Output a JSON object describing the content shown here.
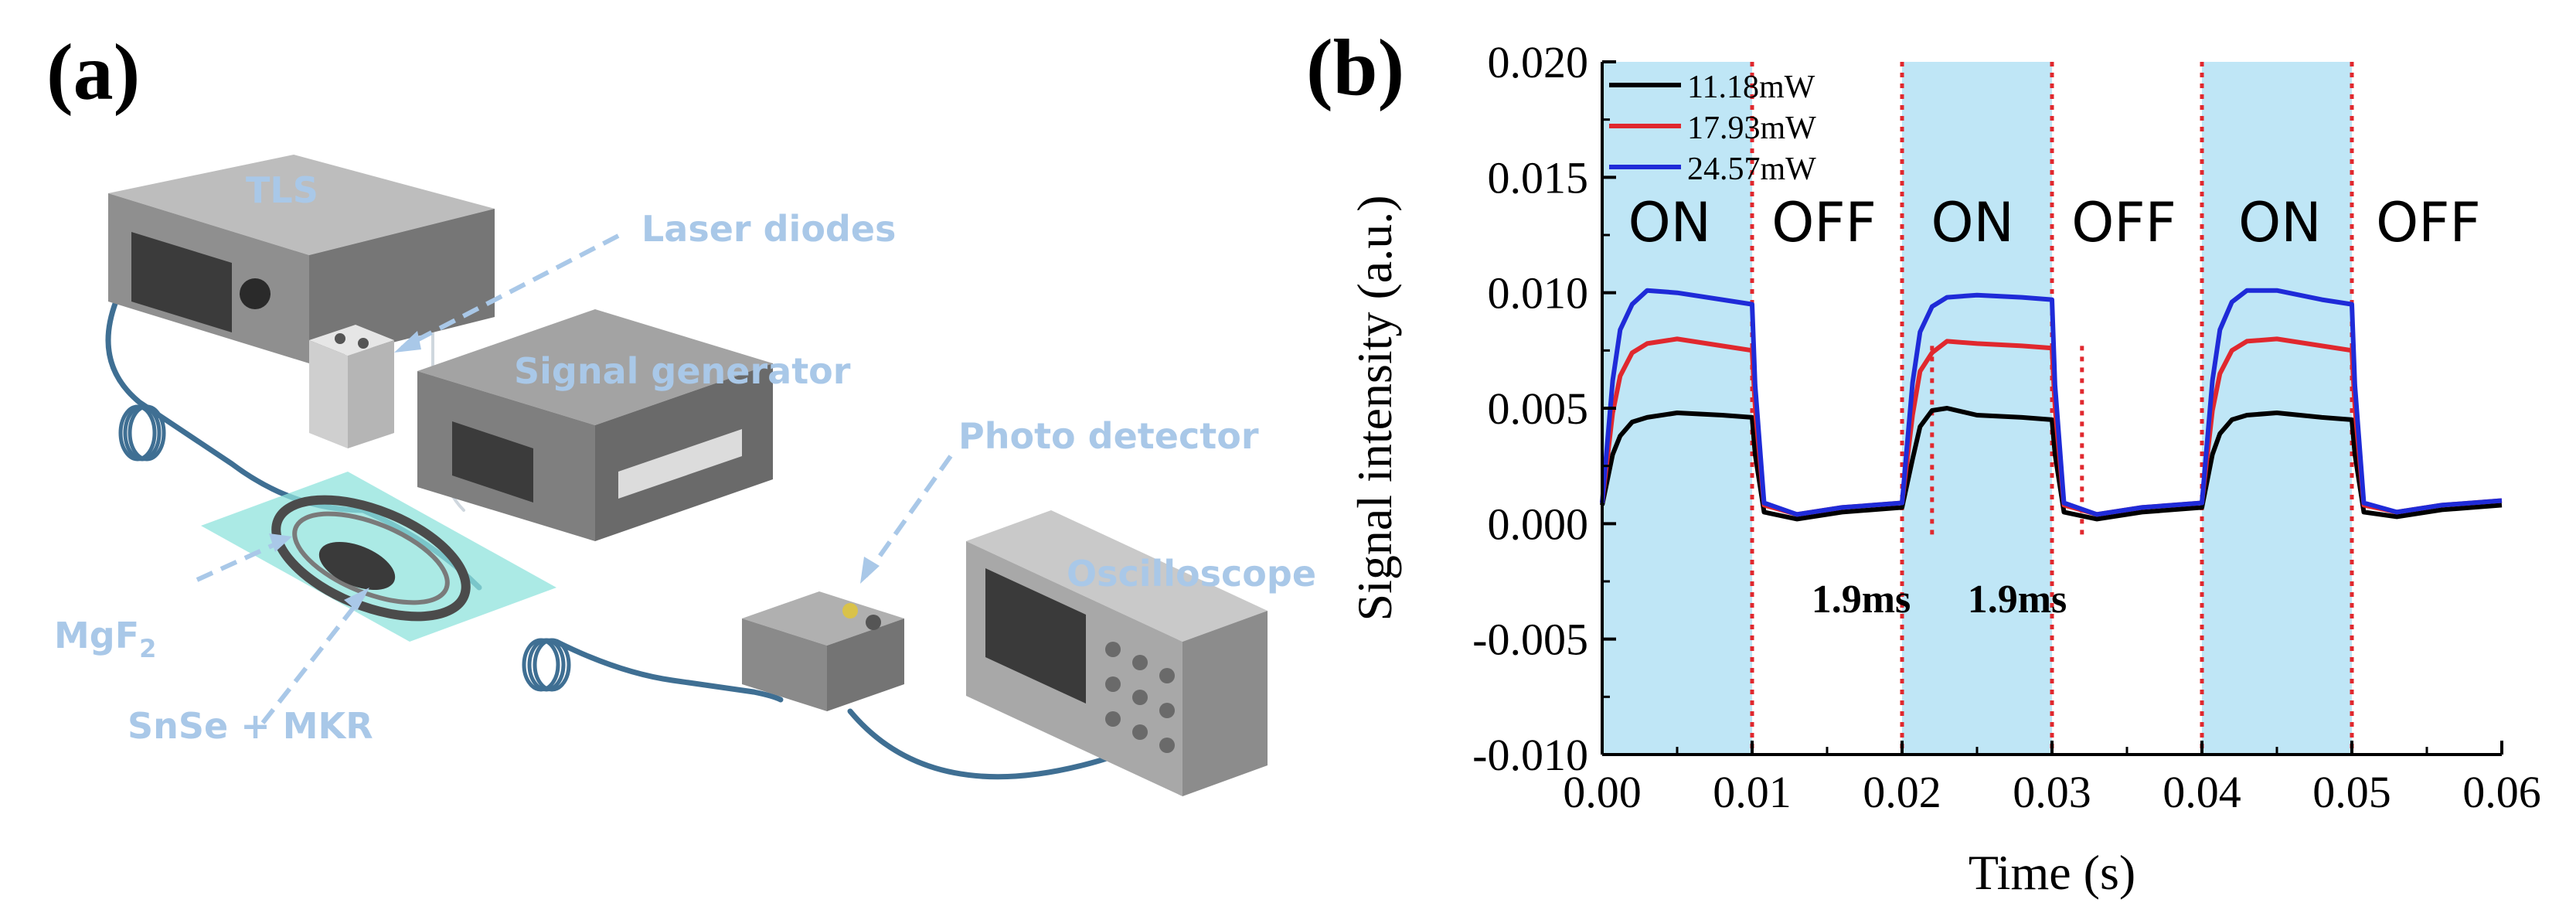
{
  "panel_a": {
    "label": "(a)",
    "callouts": {
      "tls": "TLS",
      "laser_diodes": "Laser diodes",
      "signal_generator": "Signal generator",
      "photo_detector": "Photo detector",
      "oscilloscope": "Oscilloscope",
      "mgf2_base": "MgF",
      "mgf2_sub": "2",
      "snse_mkr": "SnSe + MKR"
    },
    "colors": {
      "callout": "#a9c8e8",
      "device_body": "#8f8f8f",
      "device_dark": "#5e5e5e",
      "fiber": "#3f6f93",
      "substrate": "#8fe3dc"
    }
  },
  "panel_b": {
    "label": "(b)",
    "state_labels": [
      "ON",
      "OFF",
      "ON",
      "OFF",
      "ON",
      "OFF"
    ],
    "annotations": [
      "1.9ms",
      "1.9ms"
    ],
    "colors": {
      "on_shading": "#bfe6f6",
      "divider": "#e0282e",
      "axis": "#000000"
    }
  },
  "chart_data": {
    "type": "line",
    "xlabel": "Time (s)",
    "ylabel": "Signal intensity (a.u.)",
    "xlim": [
      0.0,
      0.06
    ],
    "ylim": [
      -0.01,
      0.02
    ],
    "xticks": [
      "0.00",
      "0.01",
      "0.02",
      "0.03",
      "0.04",
      "0.05",
      "0.06"
    ],
    "yticks": [
      "-0.010",
      "-0.005",
      "0.000",
      "0.005",
      "0.010",
      "0.015",
      "0.020"
    ],
    "on_intervals": [
      [
        0.0,
        0.01
      ],
      [
        0.02,
        0.03
      ],
      [
        0.04,
        0.05
      ]
    ],
    "divider_x": [
      0.01,
      0.02,
      0.022,
      0.03,
      0.032,
      0.04,
      0.05
    ],
    "legend_position": "top-left",
    "grid": false,
    "series": [
      {
        "name": "11.18mW",
        "color": "#000000",
        "x": [
          0.0,
          0.0007,
          0.0012,
          0.002,
          0.003,
          0.005,
          0.008,
          0.01,
          0.0102,
          0.0108,
          0.013,
          0.016,
          0.02,
          0.0207,
          0.0212,
          0.022,
          0.023,
          0.025,
          0.028,
          0.03,
          0.0302,
          0.0308,
          0.033,
          0.036,
          0.04,
          0.0407,
          0.0412,
          0.042,
          0.043,
          0.045,
          0.048,
          0.05,
          0.0502,
          0.0508,
          0.053,
          0.056,
          0.06
        ],
        "y": [
          0.0008,
          0.003,
          0.0038,
          0.0044,
          0.0046,
          0.0048,
          0.0047,
          0.0046,
          0.003,
          0.0005,
          0.0002,
          0.0005,
          0.0007,
          0.0028,
          0.0042,
          0.0049,
          0.005,
          0.0047,
          0.0046,
          0.0045,
          0.003,
          0.0005,
          0.0002,
          0.0005,
          0.0007,
          0.003,
          0.0039,
          0.0045,
          0.0047,
          0.0048,
          0.0046,
          0.0045,
          0.003,
          0.0005,
          0.0003,
          0.0006,
          0.0008
        ]
      },
      {
        "name": "17.93mW",
        "color": "#e0282e",
        "x": [
          0.0,
          0.0007,
          0.0012,
          0.002,
          0.003,
          0.005,
          0.008,
          0.01,
          0.0102,
          0.0108,
          0.013,
          0.016,
          0.02,
          0.0207,
          0.0212,
          0.022,
          0.023,
          0.025,
          0.028,
          0.03,
          0.0302,
          0.0308,
          0.033,
          0.036,
          0.04,
          0.0407,
          0.0412,
          0.042,
          0.043,
          0.045,
          0.048,
          0.05,
          0.0502,
          0.0508,
          0.053,
          0.056,
          0.06
        ],
        "y": [
          0.0009,
          0.0048,
          0.0064,
          0.0074,
          0.0078,
          0.008,
          0.0077,
          0.0075,
          0.005,
          0.0008,
          0.0004,
          0.0007,
          0.0009,
          0.0047,
          0.0066,
          0.0074,
          0.0079,
          0.0078,
          0.0077,
          0.0076,
          0.005,
          0.0008,
          0.0004,
          0.0007,
          0.0009,
          0.0049,
          0.0065,
          0.0075,
          0.0079,
          0.008,
          0.0077,
          0.0075,
          0.005,
          0.0008,
          0.0005,
          0.0008,
          0.001
        ]
      },
      {
        "name": "24.57mW",
        "color": "#1f2bd8",
        "x": [
          0.0,
          0.0007,
          0.0012,
          0.002,
          0.003,
          0.005,
          0.008,
          0.01,
          0.0102,
          0.0108,
          0.013,
          0.016,
          0.02,
          0.0207,
          0.0212,
          0.022,
          0.023,
          0.025,
          0.028,
          0.03,
          0.0302,
          0.0308,
          0.033,
          0.036,
          0.04,
          0.0407,
          0.0412,
          0.042,
          0.043,
          0.045,
          0.048,
          0.05,
          0.0502,
          0.0508,
          0.053,
          0.056,
          0.06
        ],
        "y": [
          0.0009,
          0.0062,
          0.0084,
          0.0095,
          0.0101,
          0.01,
          0.0097,
          0.0095,
          0.006,
          0.0009,
          0.0004,
          0.0007,
          0.0009,
          0.0061,
          0.0083,
          0.0094,
          0.0098,
          0.0099,
          0.0098,
          0.0097,
          0.006,
          0.0009,
          0.0004,
          0.0007,
          0.0009,
          0.0062,
          0.0084,
          0.0096,
          0.0101,
          0.0101,
          0.0097,
          0.0095,
          0.006,
          0.0009,
          0.0005,
          0.0008,
          0.001
        ]
      }
    ]
  }
}
